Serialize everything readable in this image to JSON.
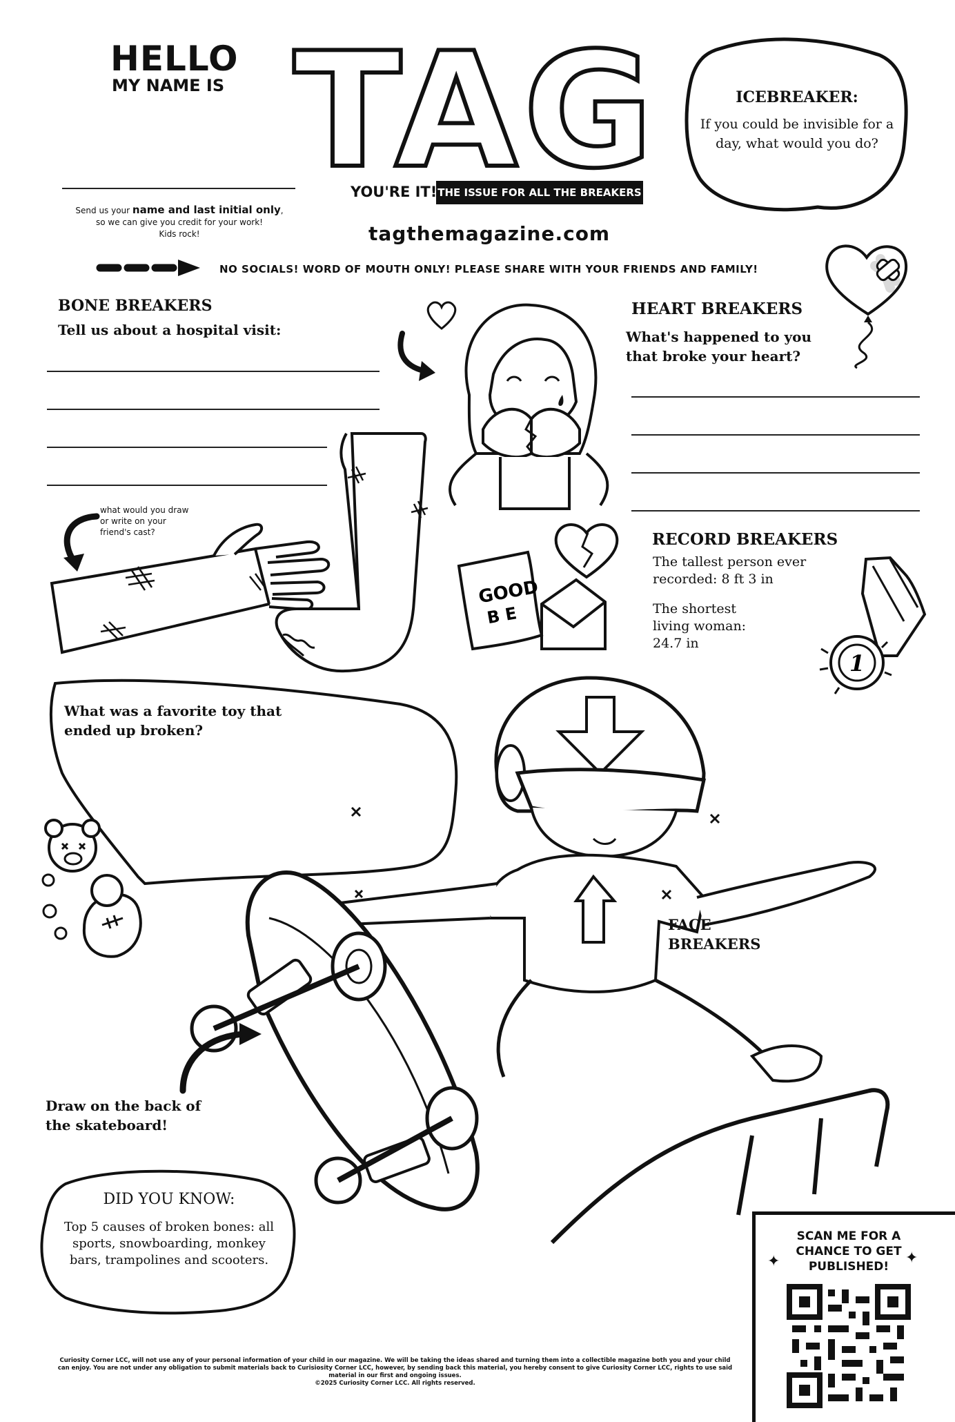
{
  "header": {
    "hello": "HELLO",
    "my_name_is": "MY NAME IS",
    "title": "TAG",
    "youre_it": "YOU'RE IT!",
    "issue_strip": "THE ISSUE FOR ALL THE BREAKERS",
    "website": "tagthemagazine.com",
    "send_prefix": "Send us your ",
    "send_bold": "name and last initial only",
    "send_suffix": ",",
    "credit_line": "so we can give you credit for your work!",
    "kids_rock": "Kids rock!",
    "no_socials": "NO SOCIALS! WORD OF MOUTH ONLY! PLEASE SHARE WITH YOUR FRIENDS AND FAMILY!"
  },
  "icebreaker": {
    "title": "ICEBREAKER:",
    "question": "If you could be invisible for a day, what would you do?"
  },
  "bone_breakers": {
    "title": "BONE BREAKERS",
    "prompt": "Tell us about a hospital visit:",
    "cast_prompt": "what would you draw or write on your friend's cast?"
  },
  "heart_breakers": {
    "title": "HEART BREAKERS",
    "prompt": "What's happened to you that broke your heart?"
  },
  "goodbye_note": {
    "line1": "GOOD",
    "line2": "B E"
  },
  "record_breakers": {
    "title": "RECORD BREAKERS",
    "fact1": "The tallest person ever recorded: 8 ft 3 in",
    "fact2": "The shortest living woman: 24.7 in",
    "medal_number": "1"
  },
  "toy": {
    "prompt": "What was a favorite toy that ended up broken?"
  },
  "face_breakers": {
    "line1": "FACE",
    "line2": "BREAKERS"
  },
  "skateboard": {
    "prompt": "Draw on the back of the skateboard!"
  },
  "did_you_know": {
    "title": "DID YOU KNOW:",
    "text": "Top 5 causes of broken bones: all sports, snowboarding, monkey bars, trampolines and scooters."
  },
  "qr": {
    "label": "SCAN ME FOR A CHANCE TO GET PUBLISHED!"
  },
  "footer": {
    "disclaimer": "Curiosity Corner LCC, will not use any of your personal information of your child in our magazine. We will be taking the ideas shared and turning them into a collectible magazine both you and your child can enjoy. You are not under any obligation to submit materials back to Curisiosity Corner LCC, however, by sending back this material, you hereby consent to give Curiosity Corner LCC, rights to use said material in our first and ongoing issues.",
    "copyright": "©2025 Curiosity Corner LCC. All rights reserved."
  }
}
